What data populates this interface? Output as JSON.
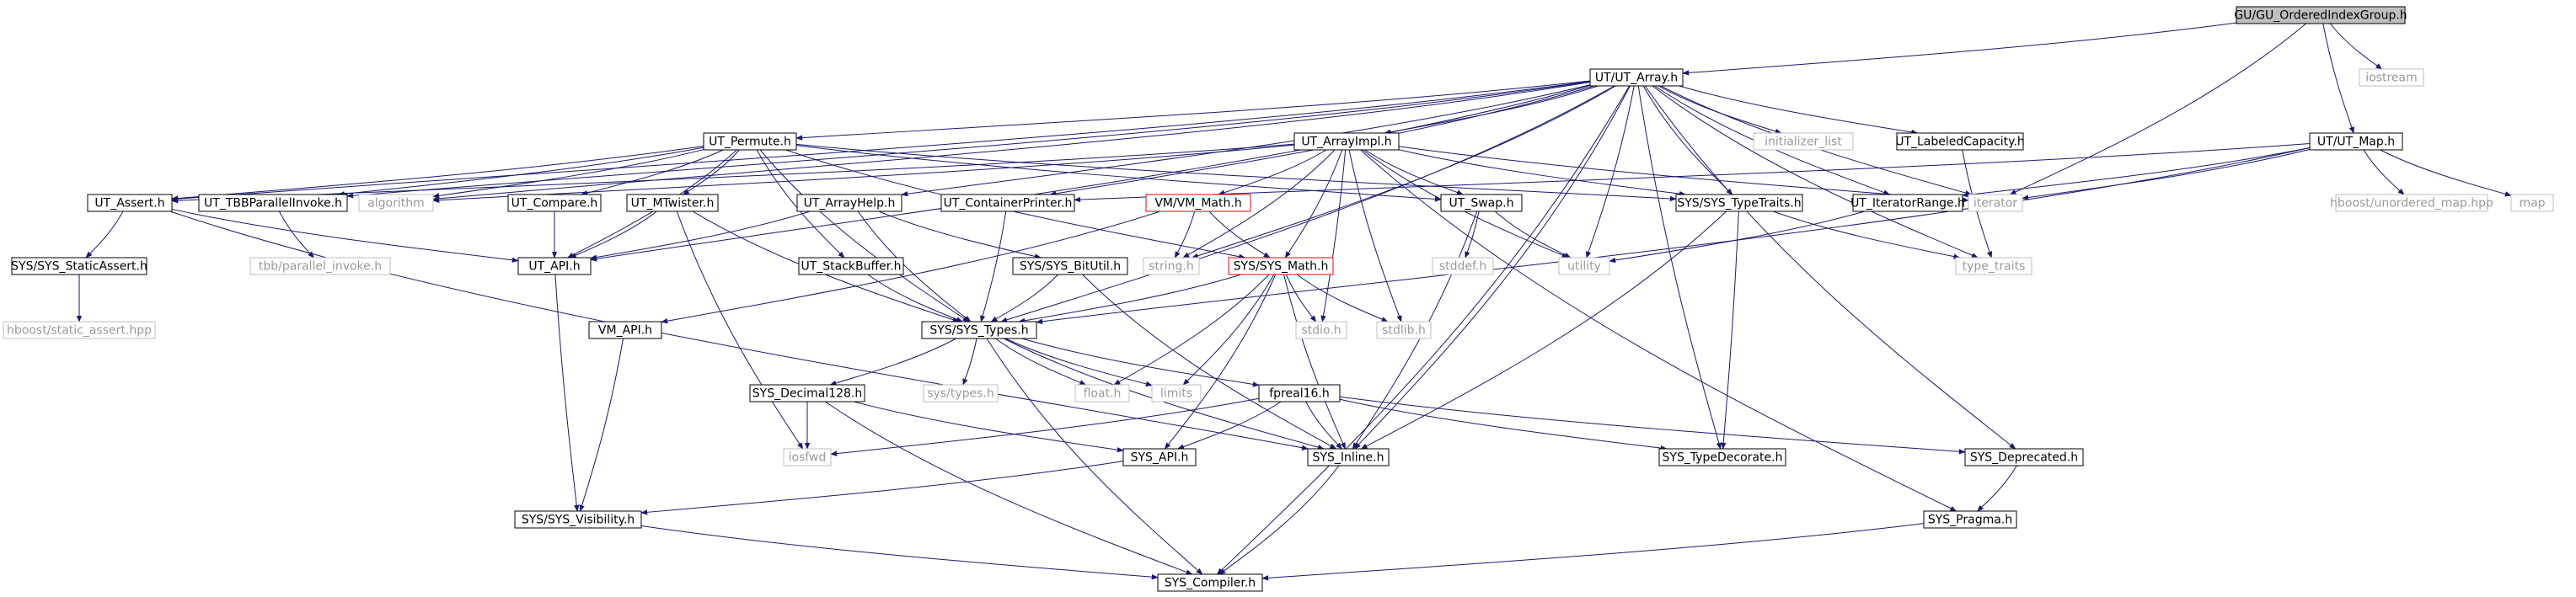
{
  "nodes": [
    {
      "id": "root",
      "label": "GU/GU_OrderedIndexGroup.h",
      "style": "root"
    },
    {
      "id": "utarray",
      "label": "UT/UT_Array.h",
      "style": "internal"
    },
    {
      "id": "iostream",
      "label": "iostream",
      "style": "external"
    },
    {
      "id": "utmap",
      "label": "UT/UT_Map.h",
      "style": "internal"
    },
    {
      "id": "iterator",
      "label": "iterator",
      "style": "external"
    },
    {
      "id": "utpermute",
      "label": "UT_Permute.h",
      "style": "internal"
    },
    {
      "id": "utarrayimpl",
      "label": "UT_ArrayImpl.h",
      "style": "internal"
    },
    {
      "id": "initlist",
      "label": "initializer_list",
      "style": "external"
    },
    {
      "id": "utlabeled",
      "label": "UT_LabeledCapacity.h",
      "style": "internal"
    },
    {
      "id": "hboostmap",
      "label": "hboost/unordered_map.hpp",
      "style": "external"
    },
    {
      "id": "map",
      "label": "map",
      "style": "external"
    },
    {
      "id": "utassert",
      "label": "UT_Assert.h",
      "style": "internal"
    },
    {
      "id": "uttbb",
      "label": "UT_TBBParallelInvoke.h",
      "style": "internal"
    },
    {
      "id": "algorithm",
      "label": "algorithm",
      "style": "external"
    },
    {
      "id": "utcompare",
      "label": "UT_Compare.h",
      "style": "internal"
    },
    {
      "id": "utmtwister",
      "label": "UT_MTwister.h",
      "style": "internal"
    },
    {
      "id": "utarrayhelp",
      "label": "UT_ArrayHelp.h",
      "style": "internal"
    },
    {
      "id": "utcontainer",
      "label": "UT_ContainerPrinter.h",
      "style": "internal"
    },
    {
      "id": "vmmath",
      "label": "VM/VM_Math.h",
      "style": "red"
    },
    {
      "id": "utswap",
      "label": "UT_Swap.h",
      "style": "internal"
    },
    {
      "id": "systypetraits",
      "label": "SYS/SYS_TypeTraits.h",
      "style": "internal"
    },
    {
      "id": "utiterrange",
      "label": "UT_IteratorRange.h",
      "style": "internal"
    },
    {
      "id": "sysstaticassert",
      "label": "SYS/SYS_StaticAssert.h",
      "style": "internal"
    },
    {
      "id": "tbbinvoke",
      "label": "tbb/parallel_invoke.h",
      "style": "external"
    },
    {
      "id": "utapi",
      "label": "UT_API.h",
      "style": "internal"
    },
    {
      "id": "utstackbuffer",
      "label": "UT_StackBuffer.h",
      "style": "internal"
    },
    {
      "id": "sysbitutil",
      "label": "SYS/SYS_BitUtil.h",
      "style": "internal"
    },
    {
      "id": "stringh",
      "label": "string.h",
      "style": "external"
    },
    {
      "id": "sysmath",
      "label": "SYS/SYS_Math.h",
      "style": "red"
    },
    {
      "id": "stddef",
      "label": "stddef.h",
      "style": "external"
    },
    {
      "id": "utility",
      "label": "utility",
      "style": "external"
    },
    {
      "id": "typetraits",
      "label": "type_traits",
      "style": "external"
    },
    {
      "id": "hboostassert",
      "label": "hboost/static_assert.hpp",
      "style": "external"
    },
    {
      "id": "vmapi",
      "label": "VM_API.h",
      "style": "internal"
    },
    {
      "id": "systypes",
      "label": "SYS/SYS_Types.h",
      "style": "internal"
    },
    {
      "id": "stdio",
      "label": "stdio.h",
      "style": "external"
    },
    {
      "id": "stdlib",
      "label": "stdlib.h",
      "style": "external"
    },
    {
      "id": "systypesh",
      "label": "sys/types.h",
      "style": "external"
    },
    {
      "id": "floath",
      "label": "float.h",
      "style": "external"
    },
    {
      "id": "limits",
      "label": "limits",
      "style": "external"
    },
    {
      "id": "sysdecimal",
      "label": "SYS_Decimal128.h",
      "style": "internal"
    },
    {
      "id": "fpreal16",
      "label": "fpreal16.h",
      "style": "internal"
    },
    {
      "id": "iosfwd",
      "label": "iosfwd",
      "style": "external"
    },
    {
      "id": "sysapi",
      "label": "SYS_API.h",
      "style": "internal"
    },
    {
      "id": "sysinline",
      "label": "SYS_Inline.h",
      "style": "internal"
    },
    {
      "id": "systypedecorate",
      "label": "SYS_TypeDecorate.h",
      "style": "internal"
    },
    {
      "id": "sysdeprecated",
      "label": "SYS_Deprecated.h",
      "style": "internal"
    },
    {
      "id": "sysvisibility",
      "label": "SYS/SYS_Visibility.h",
      "style": "internal"
    },
    {
      "id": "syspragma",
      "label": "SYS_Pragma.h",
      "style": "internal"
    },
    {
      "id": "syscompiler",
      "label": "SYS_Compiler.h",
      "style": "internal"
    }
  ],
  "edges": [
    [
      "root",
      "utarray"
    ],
    [
      "root",
      "iostream"
    ],
    [
      "root",
      "utmap"
    ],
    [
      "root",
      "iterator"
    ],
    [
      "utarray",
      "utpermute"
    ],
    [
      "utarray",
      "utarrayimpl"
    ],
    [
      "utarray",
      "initlist"
    ],
    [
      "utarray",
      "utlabeled"
    ],
    [
      "utarray",
      "iterator"
    ],
    [
      "utarray",
      "utassert"
    ],
    [
      "utarray",
      "uttbb"
    ],
    [
      "utarray",
      "algorithm"
    ],
    [
      "utarray",
      "utapi"
    ],
    [
      "utarray",
      "utarrayhelp"
    ],
    [
      "utarray",
      "utcontainer"
    ],
    [
      "utarray",
      "systypetraits"
    ],
    [
      "utarray",
      "utiterrange"
    ],
    [
      "utarray",
      "stringh"
    ],
    [
      "utarray",
      "utility"
    ],
    [
      "utarray",
      "typetraits"
    ],
    [
      "utarray",
      "systypes"
    ],
    [
      "utarray",
      "sysinline"
    ],
    [
      "utarray",
      "systypedecorate"
    ],
    [
      "utarray",
      "sysdeprecated"
    ],
    [
      "utarray",
      "syscompiler"
    ],
    [
      "utmap",
      "utiterrange"
    ],
    [
      "utmap",
      "iterator"
    ],
    [
      "utmap",
      "hboostmap"
    ],
    [
      "utmap",
      "map"
    ],
    [
      "utmap",
      "systypes"
    ],
    [
      "utmap",
      "utcontainer"
    ],
    [
      "utpermute",
      "utassert"
    ],
    [
      "utpermute",
      "uttbb"
    ],
    [
      "utpermute",
      "algorithm"
    ],
    [
      "utpermute",
      "utcompare"
    ],
    [
      "utpermute",
      "utmtwister"
    ],
    [
      "utpermute",
      "utstackbuffer"
    ],
    [
      "utpermute",
      "utapi"
    ],
    [
      "utpermute",
      "utswap"
    ],
    [
      "utpermute",
      "systypes"
    ],
    [
      "utpermute",
      "systypetraits"
    ],
    [
      "utpermute",
      "sysmath"
    ],
    [
      "utarrayimpl",
      "vmmath"
    ],
    [
      "utarrayimpl",
      "utswap"
    ],
    [
      "utarrayimpl",
      "algorithm"
    ],
    [
      "utarrayimpl",
      "systypetraits"
    ],
    [
      "utarrayimpl",
      "utility"
    ],
    [
      "utarrayimpl",
      "stringh"
    ],
    [
      "utarrayimpl",
      "sysmath"
    ],
    [
      "utarrayimpl",
      "stdio"
    ],
    [
      "utarrayimpl",
      "stdlib"
    ],
    [
      "utarrayimpl",
      "iterator"
    ],
    [
      "utarrayimpl",
      "syspragma"
    ],
    [
      "utarrayimpl",
      "utassert"
    ],
    [
      "utlabeled",
      "typetraits"
    ],
    [
      "utassert",
      "sysstaticassert"
    ],
    [
      "utassert",
      "utapi"
    ],
    [
      "utassert",
      "sysinline"
    ],
    [
      "uttbb",
      "tbbinvoke"
    ],
    [
      "utcompare",
      "utapi"
    ],
    [
      "utmtwister",
      "utapi"
    ],
    [
      "utmtwister",
      "systypes"
    ],
    [
      "utmtwister",
      "iosfwd"
    ],
    [
      "utarrayhelp",
      "systypes"
    ],
    [
      "utarrayhelp",
      "sysbitutil"
    ],
    [
      "utarrayhelp",
      "utapi"
    ],
    [
      "utcontainer",
      "systypes"
    ],
    [
      "vmmath",
      "vmapi"
    ],
    [
      "vmmath",
      "stringh"
    ],
    [
      "vmmath",
      "sysmath"
    ],
    [
      "utswap",
      "stddef"
    ],
    [
      "utswap",
      "utility"
    ],
    [
      "utswap",
      "sysinline"
    ],
    [
      "systypetraits",
      "typetraits"
    ],
    [
      "systypetraits",
      "systypedecorate"
    ],
    [
      "systypetraits",
      "sysinline"
    ],
    [
      "utiterrange",
      "utility"
    ],
    [
      "sysstaticassert",
      "hboostassert"
    ],
    [
      "utapi",
      "sysvisibility"
    ],
    [
      "utstackbuffer",
      "systypes"
    ],
    [
      "sysbitutil",
      "systypes"
    ],
    [
      "sysbitutil",
      "sysinline"
    ],
    [
      "sysmath",
      "systypes"
    ],
    [
      "sysmath",
      "floath"
    ],
    [
      "sysmath",
      "limits"
    ],
    [
      "sysmath",
      "stdio"
    ],
    [
      "sysmath",
      "stdlib"
    ],
    [
      "sysmath",
      "sysinline"
    ],
    [
      "sysmath",
      "sysapi"
    ],
    [
      "vmapi",
      "sysvisibility"
    ],
    [
      "systypes",
      "systypesh"
    ],
    [
      "systypes",
      "floath"
    ],
    [
      "systypes",
      "limits"
    ],
    [
      "systypes",
      "sysdecimal"
    ],
    [
      "systypes",
      "fpreal16"
    ],
    [
      "systypes",
      "sysinline"
    ],
    [
      "systypes",
      "syscompiler"
    ],
    [
      "sysdecimal",
      "iosfwd"
    ],
    [
      "sysdecimal",
      "sysapi"
    ],
    [
      "sysdecimal",
      "syscompiler"
    ],
    [
      "fpreal16",
      "sysapi"
    ],
    [
      "fpreal16",
      "sysinline"
    ],
    [
      "fpreal16",
      "systypedecorate"
    ],
    [
      "fpreal16",
      "sysdeprecated"
    ],
    [
      "fpreal16",
      "iosfwd"
    ],
    [
      "sysapi",
      "sysvisibility"
    ],
    [
      "sysinline",
      "syscompiler"
    ],
    [
      "sysdeprecated",
      "syspragma"
    ],
    [
      "sysvisibility",
      "syscompiler"
    ],
    [
      "syspragma",
      "syscompiler"
    ]
  ]
}
